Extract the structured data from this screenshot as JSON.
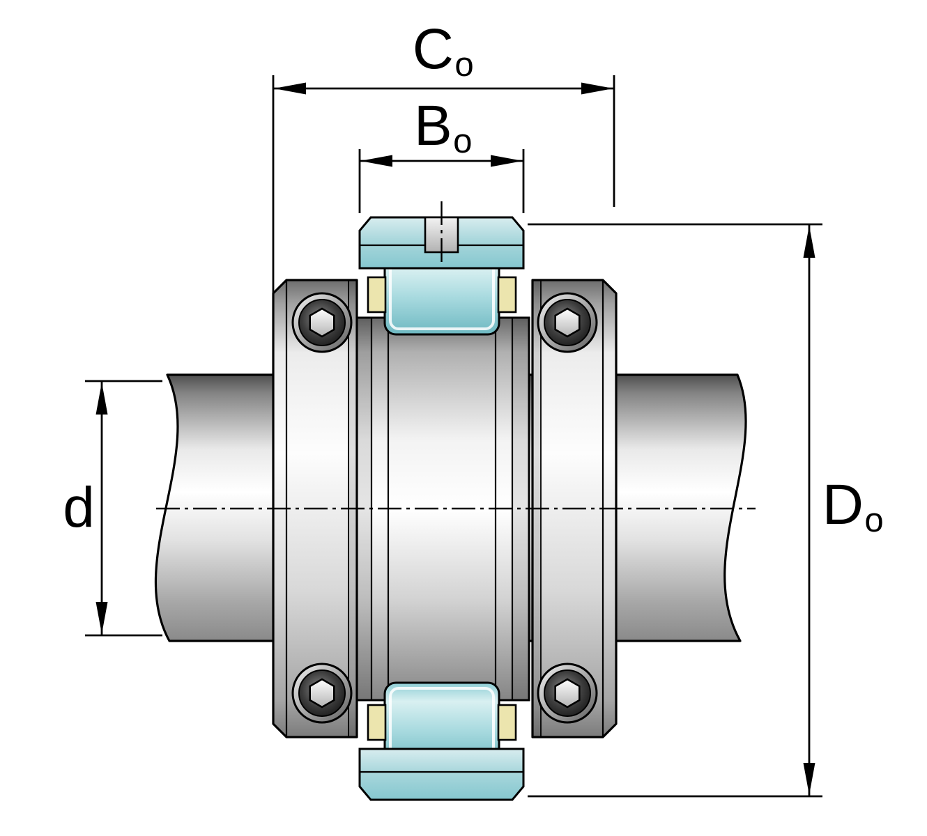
{
  "diagram": {
    "kind": "technical-drawing",
    "description": "Split spherical roller bearing unit clamped on a shaft, front section view with dimension annotations",
    "labels": {
      "co": {
        "main": "C",
        "sub": "o"
      },
      "bo": {
        "main": "B",
        "sub": "o"
      },
      "d": {
        "main": "d",
        "sub": ""
      },
      "do": {
        "main": "D",
        "sub": "o"
      }
    },
    "colors": {
      "teal": "#a9d7dc",
      "cream": "#ece5ae",
      "outline": "#000000",
      "metal-light": "#f5f5f5",
      "metal-dark": "#7a7a7a"
    }
  }
}
